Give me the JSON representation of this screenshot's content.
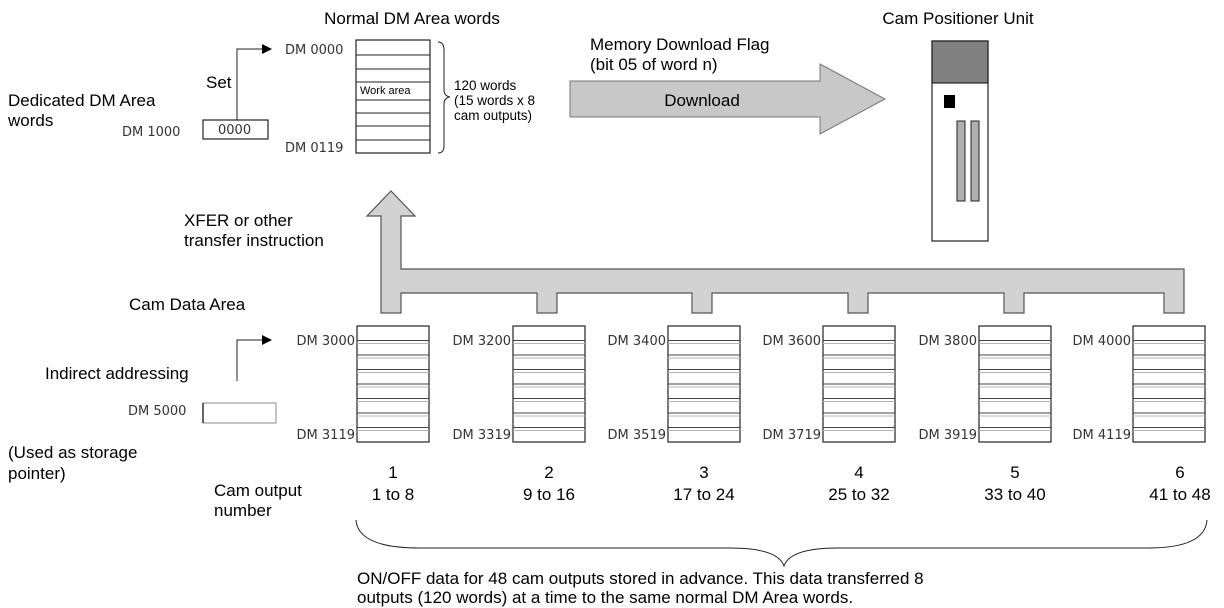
{
  "normal_dm": {
    "title": "Normal DM Area words",
    "start_label": "DM 0000",
    "end_label": "DM 0119",
    "work_area_label": "Work area",
    "size_lines": [
      "120 words",
      "(15 words x 8",
      "cam outputs)"
    ]
  },
  "dedicated_dm": {
    "title_lines": [
      "Dedicated DM Area",
      "words"
    ],
    "set_label": "Set",
    "address_label": "DM 1000",
    "value": "0000"
  },
  "download": {
    "flag_lines": [
      "Memory Download Flag",
      "(bit 05 of word n)"
    ],
    "arrow_label": "Download"
  },
  "unit": {
    "title": "Cam Positioner Unit"
  },
  "transfer": {
    "label_lines": [
      "XFER or other",
      "transfer instruction"
    ]
  },
  "cam_data": {
    "title": "Cam Data Area",
    "indirect_label": "Indirect addressing",
    "pointer_address": "DM 5000",
    "pointer_note_lines": [
      "(Used as storage",
      "pointer)"
    ],
    "output_label_lines": [
      "Cam output",
      "number"
    ],
    "blocks": [
      {
        "start": "DM 3000",
        "end": "DM 3119",
        "number": "1",
        "range": "1 to 8"
      },
      {
        "start": "DM 3200",
        "end": "DM 3319",
        "number": "2",
        "range": "9 to 16"
      },
      {
        "start": "DM 3400",
        "end": "DM 3519",
        "number": "3",
        "range": "17 to 24"
      },
      {
        "start": "DM 3600",
        "end": "DM 3719",
        "number": "4",
        "range": "25 to 32"
      },
      {
        "start": "DM 3800",
        "end": "DM 3919",
        "number": "5",
        "range": "33 to 40"
      },
      {
        "start": "DM 4000",
        "end": "DM 4119",
        "number": "6",
        "range": "41 to 48"
      }
    ]
  },
  "footnote_lines": [
    "ON/OFF data for 48 cam outputs stored in advance. This data transferred 8",
    "outputs (120 words) at a time to the same normal DM Area words."
  ]
}
